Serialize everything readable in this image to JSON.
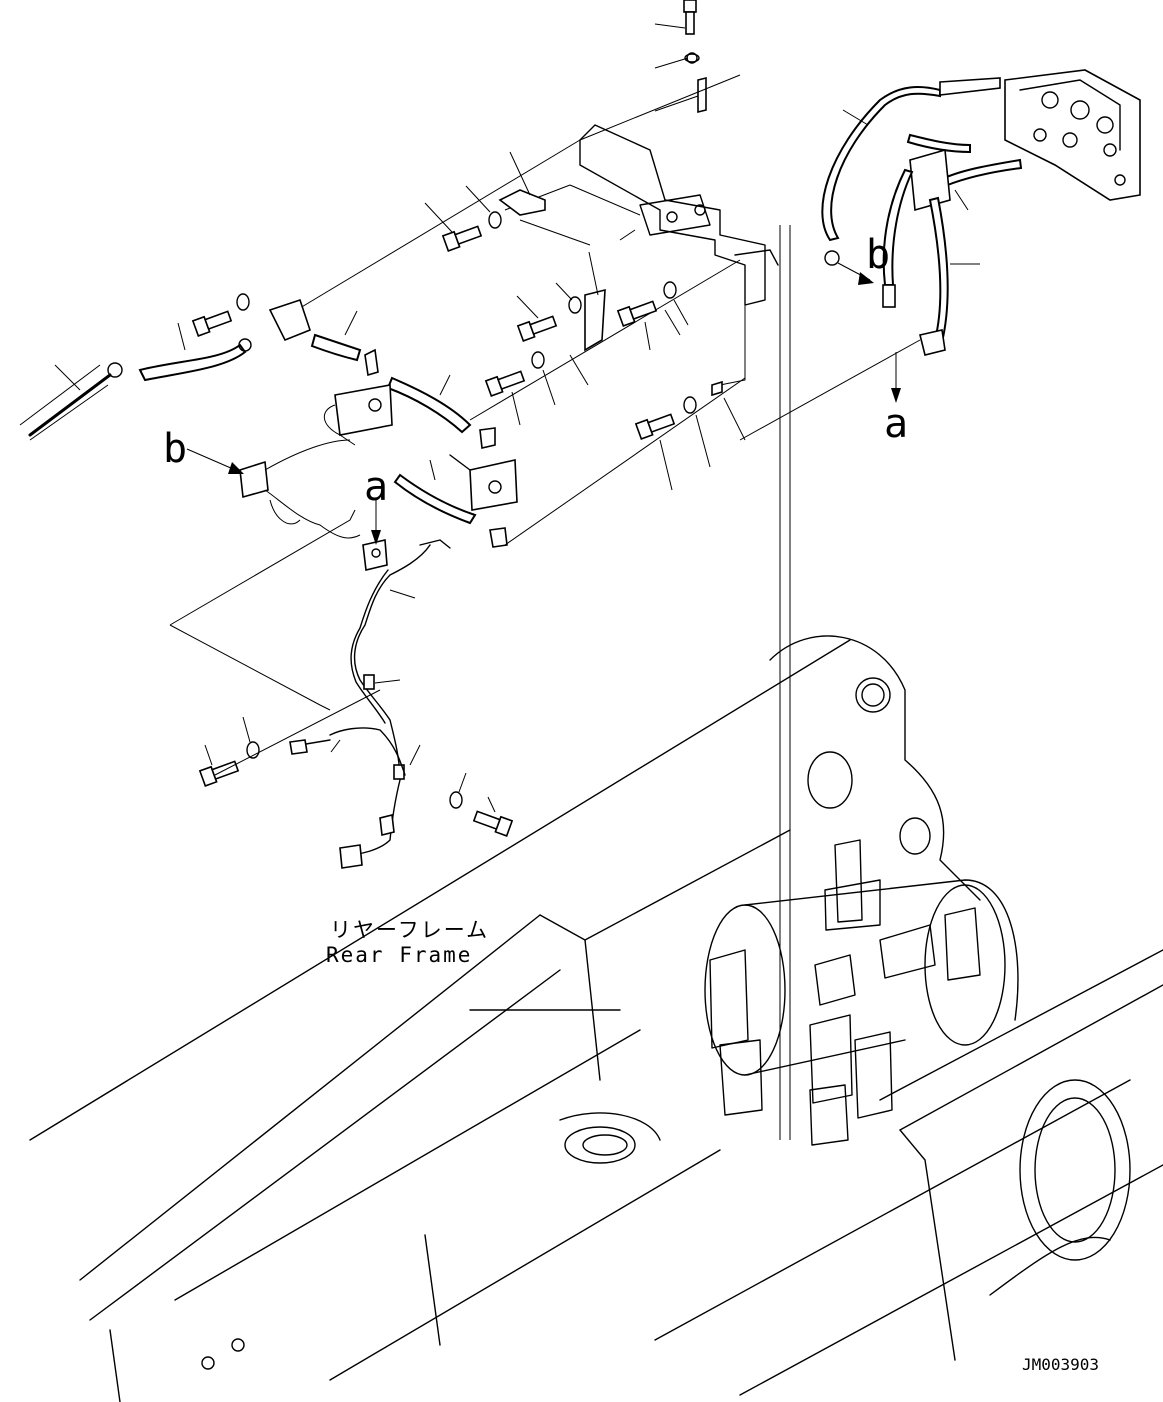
{
  "callouts": {
    "a_top": "a",
    "a_right": "a",
    "b_left": "b",
    "b_right": "b"
  },
  "frame_label": {
    "japanese": "リヤーフレーム",
    "english": "Rear Frame"
  },
  "drawing_id": "JM003903"
}
